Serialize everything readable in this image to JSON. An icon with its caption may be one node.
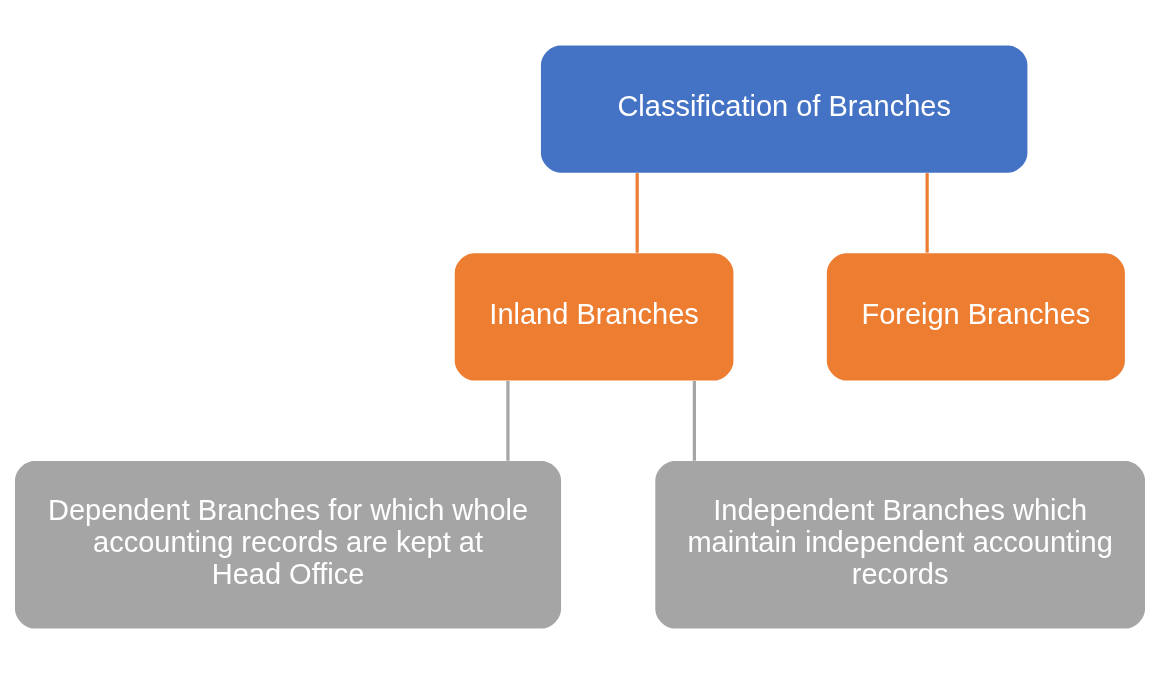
{
  "diagram": {
    "nodes": [
      {
        "text": [
          "Classification of Branches"
        ]
      },
      {
        "text": [
          "Inland Branches"
        ]
      },
      {
        "text": [
          "Foreign Branches"
        ]
      },
      {
        "text": [
          "Dependent Branches for which whole accounting records are kept at Head Office"
        ]
      },
      {
        "text": [
          "Independent Branches which maintain independent accounting records"
        ]
      }
    ],
    "edges": [
      {
        "from": 0,
        "to": 1,
        "arrow": "none",
        "color": "#ed7d31"
      },
      {
        "from": 0,
        "to": 2,
        "arrow": "none",
        "color": "#ed7d31"
      },
      {
        "from": 1,
        "to": 3,
        "arrow": "none",
        "color": "#a5a5a5"
      },
      {
        "from": 1,
        "to": 4,
        "arrow": "none",
        "color": "#a5a5a5"
      }
    ]
  }
}
